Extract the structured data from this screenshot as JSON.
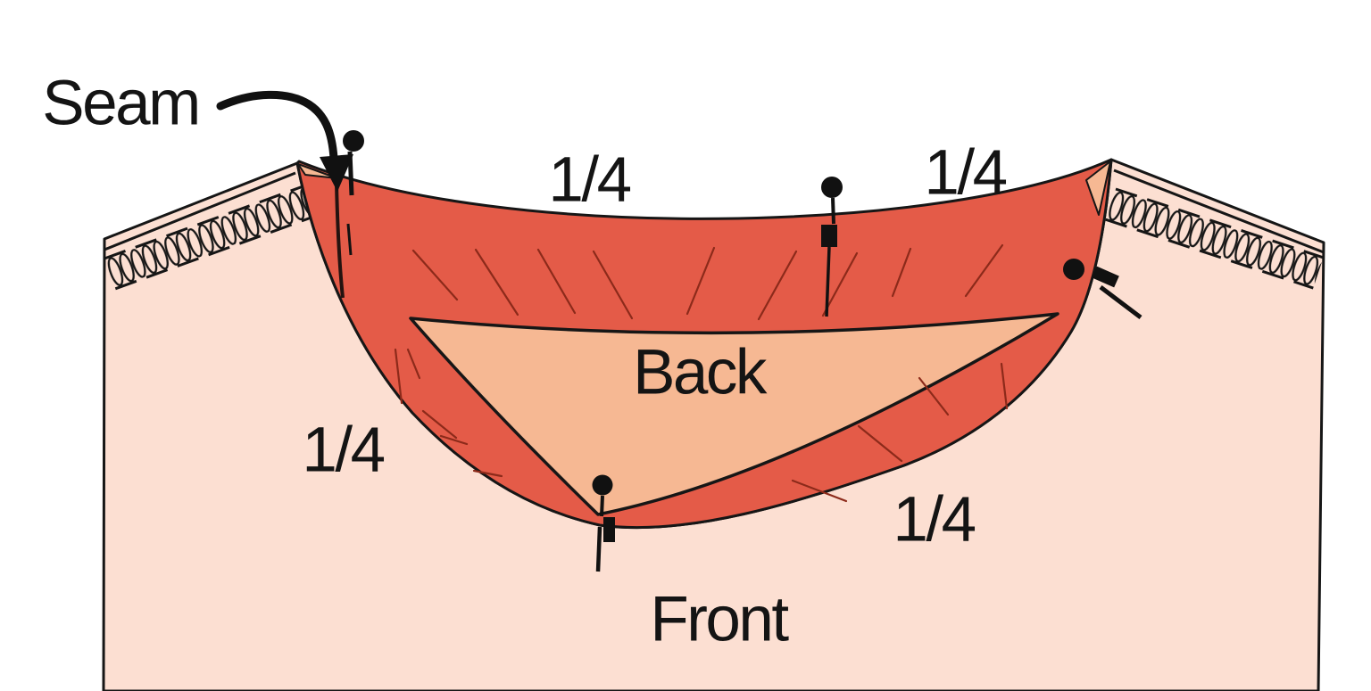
{
  "figure": {
    "kind": "neckband-pinning-diagram",
    "labels": {
      "seam": "Seam",
      "back": "Back",
      "front": "Front",
      "quarters": [
        "1/4",
        "1/4",
        "1/4",
        "1/4"
      ]
    },
    "colors": {
      "background": "#ffffff",
      "garment_front": "#fcdfd2",
      "back_piece": "#f6b893",
      "neckband": "#e45b48",
      "hatch_marks": "#8c2a1a",
      "outline": "#161616",
      "pins": "#111111",
      "text": "#141414"
    }
  }
}
